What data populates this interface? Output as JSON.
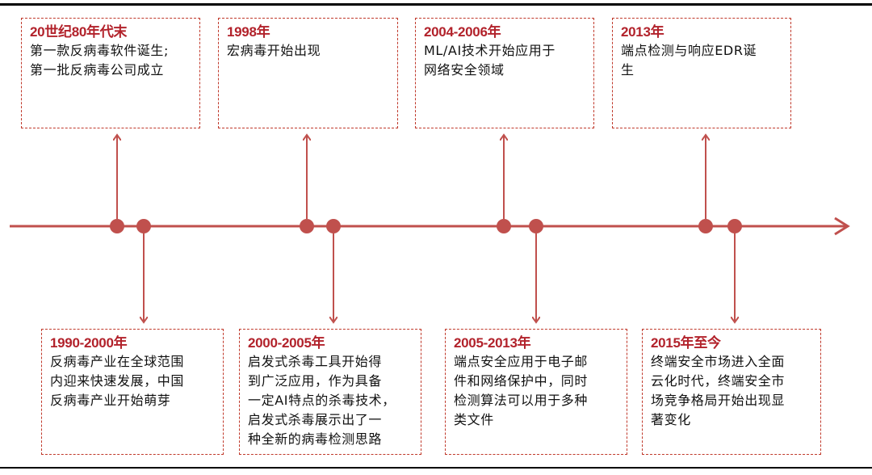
{
  "colors": {
    "axis": "#c0504d",
    "box_border": "#c0392b",
    "date_text": "#b2222b"
  },
  "events_above": [
    {
      "date": "20世纪80年代末",
      "text": "第一款反病毒软件诞生;\n第一批反病毒公司成立"
    },
    {
      "date": "1998年",
      "text": "宏病毒开始出现"
    },
    {
      "date": "2004-2006年",
      "text": "ML/AI技术开始应用于\n网络安全领域"
    },
    {
      "date": "2013年",
      "text": "端点检测与响应EDR诞\n生"
    }
  ],
  "events_below": [
    {
      "date": "1990-2000年",
      "text": "反病毒产业在全球范围\n内迎来快速发展，中国\n反病毒产业开始萌芽"
    },
    {
      "date": "2000-2005年",
      "text": "启发式杀毒工具开始得\n到广泛应用，作为具备\n一定AI特点的杀毒技术，\n启发式杀毒展示出了一\n种全新的病毒检测思路"
    },
    {
      "date": "2005-2013年",
      "text": "端点安全应用于电子邮\n件和网络保护中，同时\n检测算法可以用于多种\n类文件"
    },
    {
      "date": "2015年至今",
      "text": "终端安全市场进入全面\n云化时代，终端安全市\n场竞争格局开始出现显\n著变化"
    }
  ]
}
